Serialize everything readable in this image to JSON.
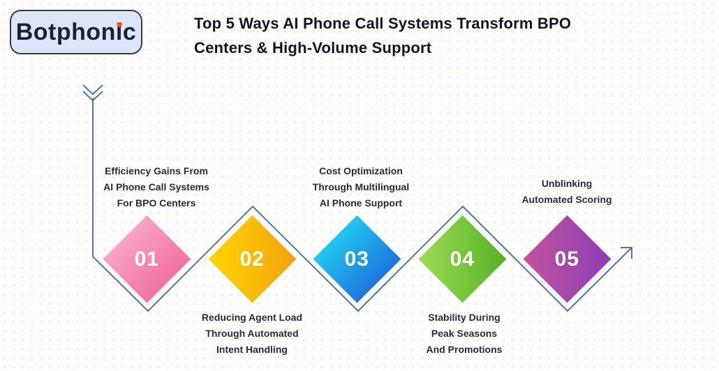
{
  "brand": {
    "full_name": "Botphonic",
    "name_pre": "Botphon",
    "name_i": "ı",
    "name_post": "c",
    "dot_color": "#F4511E"
  },
  "title": {
    "line1": "Top 5 Ways AI Phone Call Systems Transform BPO",
    "line2": "Centers & High-Volume Support"
  },
  "connector": {
    "color": "#54749E"
  },
  "steps": [
    {
      "number": "01",
      "label_position": "above",
      "label_lines": [
        "Efficiency Gains From",
        "AI Phone Call Systems",
        "For BPO Centers"
      ],
      "color_from": "#F9A3C4",
      "color_to": "#F172A0"
    },
    {
      "number": "02",
      "label_position": "below",
      "label_lines": [
        "Reducing Agent Load",
        "Through Automated",
        "Intent Handling"
      ],
      "color_from": "#FFD602",
      "color_to": "#F2A30C"
    },
    {
      "number": "03",
      "label_position": "above",
      "label_lines": [
        "Cost Optimization",
        "Through Multilingual",
        "AI Phone Support"
      ],
      "color_from": "#22C7F0",
      "color_to": "#1D76DE"
    },
    {
      "number": "04",
      "label_position": "below",
      "label_lines": [
        "Stability During",
        "Peak Seasons",
        "And Promotions"
      ],
      "color_from": "#9BDC52",
      "color_to": "#57B226"
    },
    {
      "number": "05",
      "label_position": "above",
      "label_lines": [
        "Unblinking",
        "Automated Scoring"
      ],
      "color_from": "#C2539E",
      "color_to": "#8C3DB6"
    }
  ]
}
